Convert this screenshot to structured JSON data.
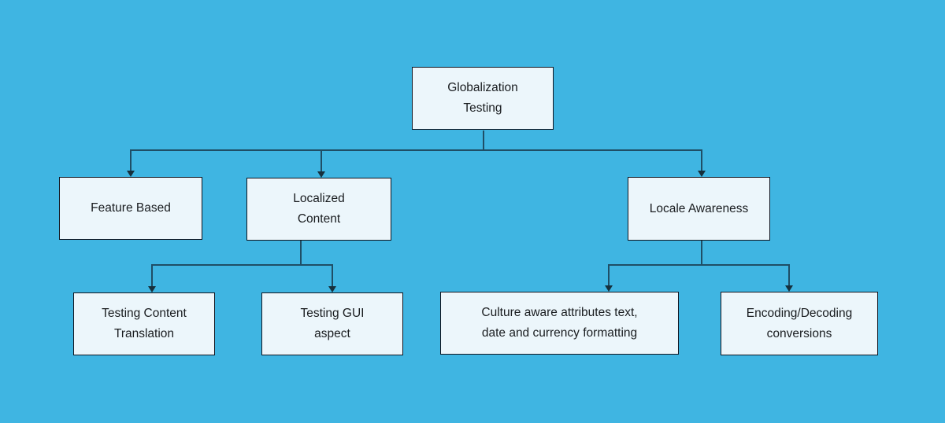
{
  "colors": {
    "background": "#3fb5e2",
    "node_fill": "#ecf6fb",
    "node_border": "#10141f",
    "connector": "#1f4e66",
    "arrowhead": "#16303d",
    "text": "#191c1f"
  },
  "diagram": {
    "type": "flowchart-tree",
    "root_label": "Globalization Testing"
  },
  "nodes": {
    "globalization_testing": {
      "label": "Globalization\nTesting"
    },
    "feature_based": {
      "label": "Feature Based"
    },
    "localized_content": {
      "label": "Localized\nContent"
    },
    "locale_awareness": {
      "label": "Locale Awareness"
    },
    "testing_content_translation": {
      "label": "Testing Content\nTranslation"
    },
    "testing_gui_aspect": {
      "label": "Testing GUI\naspect"
    },
    "culture_aware": {
      "label": "Culture aware attributes text,\ndate and currency formatting"
    },
    "encoding_decoding": {
      "label": "Encoding/Decoding\nconversions"
    }
  },
  "edges": [
    {
      "from": "globalization_testing",
      "to": "feature_based"
    },
    {
      "from": "globalization_testing",
      "to": "localized_content"
    },
    {
      "from": "globalization_testing",
      "to": "locale_awareness"
    },
    {
      "from": "localized_content",
      "to": "testing_content_translation"
    },
    {
      "from": "localized_content",
      "to": "testing_gui_aspect"
    },
    {
      "from": "locale_awareness",
      "to": "culture_aware"
    },
    {
      "from": "locale_awareness",
      "to": "encoding_decoding"
    }
  ]
}
